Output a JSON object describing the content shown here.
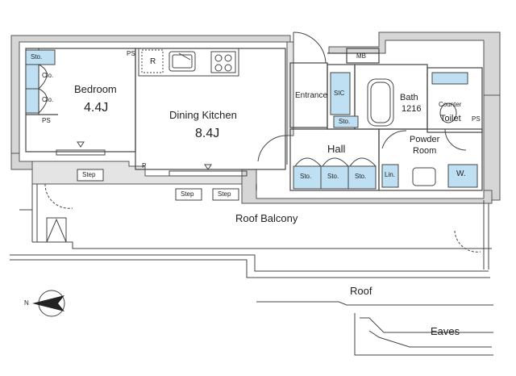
{
  "rooms": {
    "bedroom": {
      "name": "Bedroom",
      "area": "4.4J"
    },
    "dining_kitchen": {
      "name": "Dining Kitchen",
      "area": "8.4J"
    },
    "entrance": "Entrance",
    "hall": "Hall",
    "bath": {
      "name": "Bath",
      "size": "1216"
    },
    "powder_room": {
      "line1": "Powder",
      "line2": "Room"
    },
    "toilet": "Toilet",
    "roof_balcony": "Roof Balcony",
    "roof": "Roof",
    "eaves": "Eaves"
  },
  "fixtures": {
    "sto": "Sto.",
    "clo": "Clo.",
    "ps": "PS",
    "p": "P",
    "r": "R",
    "mb": "MB",
    "sic": "SIC",
    "lin": "Lin.",
    "w": "W.",
    "counter": "Counter",
    "step": "Step"
  },
  "compass": {
    "label": "N"
  },
  "colors": {
    "storage_fill": "#bfe0f2",
    "wall": "#555555",
    "wall_fill": "#d6d6d6",
    "line": "#444444"
  }
}
